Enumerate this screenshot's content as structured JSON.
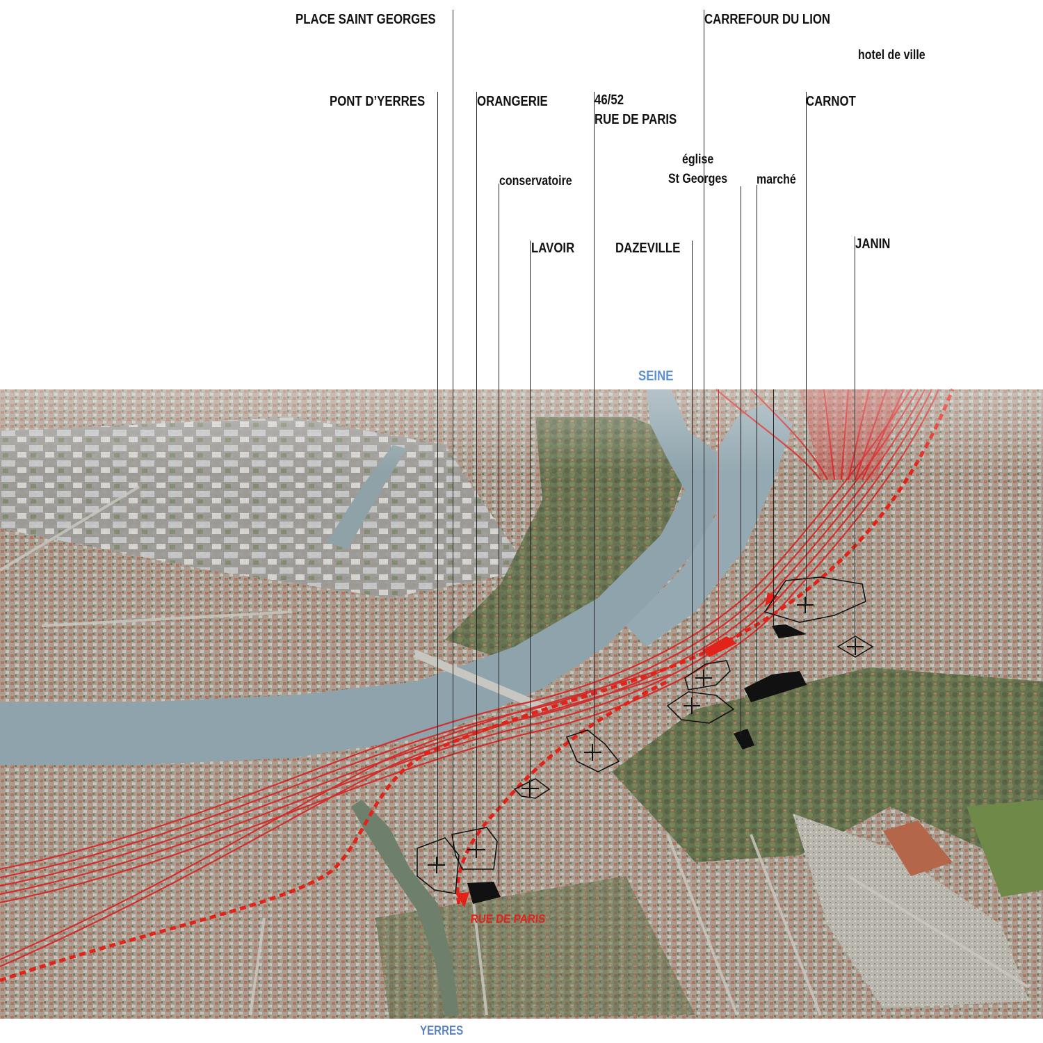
{
  "labels": {
    "place_saint_georges": "PLACE SAINT GEORGES",
    "carrefour_du_lion": "CARREFOUR DU LION",
    "hotel_de_ville": "hotel de ville",
    "pont_dyerres": "PONT D’YERRES",
    "orangerie": "ORANGERIE",
    "rue_de_paris_4652": "46/52\nRUE DE PARIS",
    "carnot": "CARNOT",
    "eglise": "église\nSt Georges",
    "marche": "marché",
    "conservatoire": "conservatoire",
    "lavoir": "LAVOIR",
    "dazeville": "DAZEVILLE",
    "janin": "JANIN"
  },
  "water": {
    "seine": "SEINE",
    "yerres": "YERRES"
  },
  "streets": {
    "rue_de_paris": "RUE DE PARIS"
  },
  "colors": {
    "railway": "#d42a2a",
    "route_dashed": "#e2231a",
    "water_label": "#5b8fd0",
    "river": "#8ea3ac",
    "leader_lines": "#222222",
    "building_outline": "#111111"
  },
  "icons": {
    "site_marker": "crosshair-icon",
    "site_outline": "building-footprint-outline"
  }
}
